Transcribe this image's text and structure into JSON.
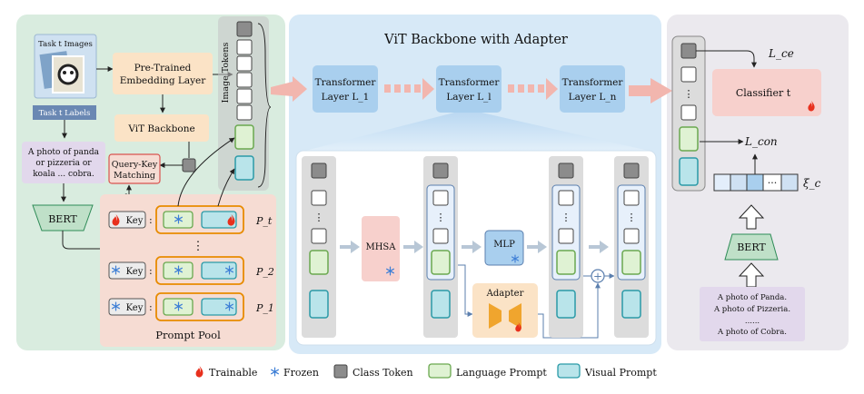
{
  "left_panel": {
    "task_images_label": "Task t Images",
    "task_labels_label": "Task t Labels",
    "caption_text": [
      "A photo of panda",
      "or pizzeria or",
      "koala ... cobra."
    ],
    "bert_label": "BERT",
    "embedding_layer_label": [
      "Pre-Trained",
      "Embedding Layer"
    ],
    "vit_backbone_label": "ViT Backbone",
    "query_key_label": [
      "Query-Key",
      "Matching"
    ],
    "loss_k": "L_k",
    "image_tokens_label": "Image Tokens",
    "key_label": "Key",
    "colon": ":",
    "prompt_labels": [
      "P_t",
      "P_2",
      "P_1"
    ],
    "vdots": "⋮",
    "prompt_pool_label": "Prompt Pool"
  },
  "middle_panel": {
    "title": "ViT Backbone with Adapter",
    "layers": [
      {
        "line1": "Transformer",
        "line2": "Layer L_1"
      },
      {
        "line1": "Transformer",
        "line2": "Layer L_l"
      },
      {
        "line1": "Transformer",
        "line2": "Layer L_n"
      }
    ],
    "mhsa_label": "MHSA",
    "mlp_label": "MLP",
    "adapter_label": "Adapter",
    "plus": "+"
  },
  "right_panel": {
    "loss_ce": "L_ce",
    "classifier_label": "Classifier t",
    "loss_con": "L_con",
    "xi_c": "ξ_c",
    "bert_label": "BERT",
    "dots": "···",
    "texts": [
      "A photo of Panda.",
      "A photo of Pizzeria.",
      "......",
      "A photo of Cobra."
    ]
  },
  "legend": {
    "trainable": "Trainable",
    "frozen": "Frozen",
    "class_token": "Class Token",
    "language_prompt": "Language Prompt",
    "visual_prompt": "Visual Prompt"
  },
  "colors": {
    "left_bg": "#d9ecdf",
    "middle_bg": "#d7e9f7",
    "right_bg": "#ebe9ee",
    "prompt_pool_bg": "#f6dcd3",
    "orange_box": "#fbe3c6",
    "language_prompt": "#dff2d3",
    "language_border": "#6aa84f",
    "visual_prompt": "#b9e4ea",
    "visual_border": "#2a9aa7",
    "class_token": "#8c8c8c",
    "transformer_layer": "#a9cfee",
    "salmon_arrow": "#f2b6ae",
    "classifier": "#f7d0cc",
    "bert": "#bfe0c8",
    "caption_bg": "#e2d8ec",
    "frozen_icon": "#3e7fd6",
    "trainable_icon": "#e8301d",
    "adapter_fill": "#f0a52e"
  }
}
